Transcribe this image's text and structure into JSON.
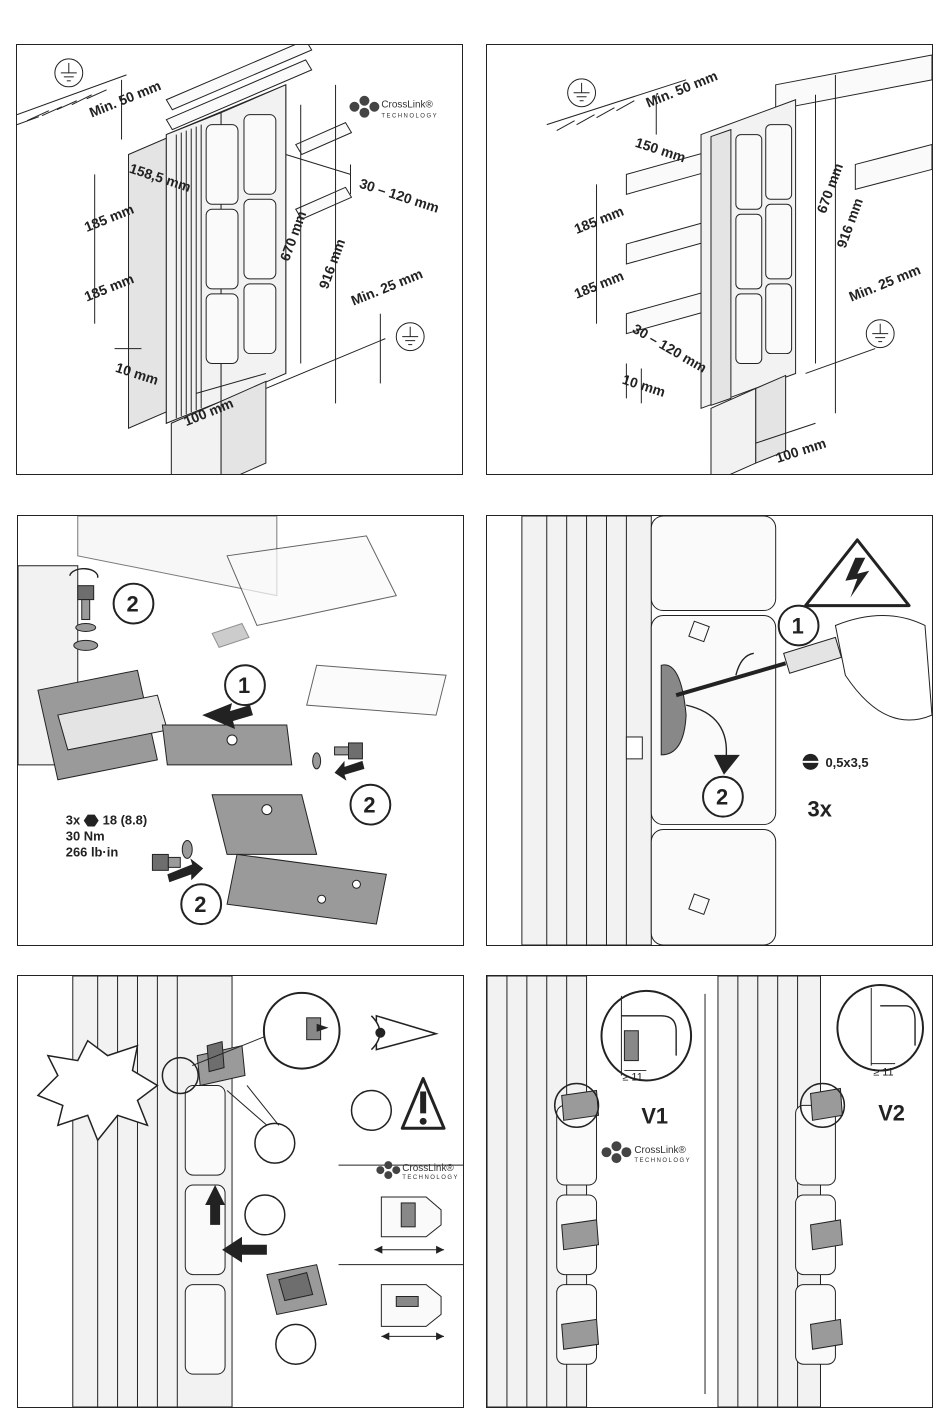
{
  "panel1": {
    "dims": {
      "min_top": "Min. 50 mm",
      "depth": "158,5 mm",
      "spacing": "30 – 120 mm",
      "pitch_1": "185 mm",
      "pitch_2": "185 mm",
      "height_670": "670 mm",
      "height_916": "916 mm",
      "min_bottom": "Min. 25 mm",
      "gap_10": "10 mm",
      "base_100": "100 mm"
    },
    "brand": "CrossLink®",
    "brand_sub": "TECHNOLOGY"
  },
  "panel2": {
    "dims": {
      "min_top": "Min. 50 mm",
      "d150": "150 mm",
      "pitch_1": "185 mm",
      "pitch_2": "185 mm",
      "height_670": "670 mm",
      "height_916": "916 mm",
      "min_bottom": "Min. 25 mm",
      "spacing": "30 – 120 mm",
      "gap_10": "10 mm",
      "base_100": "100 mm"
    }
  },
  "panel3": {
    "step1": "1",
    "step2": "2",
    "torque_line1": "3x",
    "torque_hex": "18 (8.8)",
    "torque_line2": "30 Nm",
    "torque_line3": "266 lb·in"
  },
  "panel4": {
    "step1": "1",
    "step2": "2",
    "screwdriver": "0,5x3,5",
    "count": "3x"
  },
  "panel5": {
    "brand": "CrossLink®",
    "brand_sub": "TECHNOLOGY"
  },
  "panel6": {
    "v1": "V1",
    "v2": "V2",
    "gap_v1": "≥ 11",
    "gap_v2": "≥ 11",
    "brand": "CrossLink®",
    "brand_sub": "TECHNOLOGY"
  }
}
